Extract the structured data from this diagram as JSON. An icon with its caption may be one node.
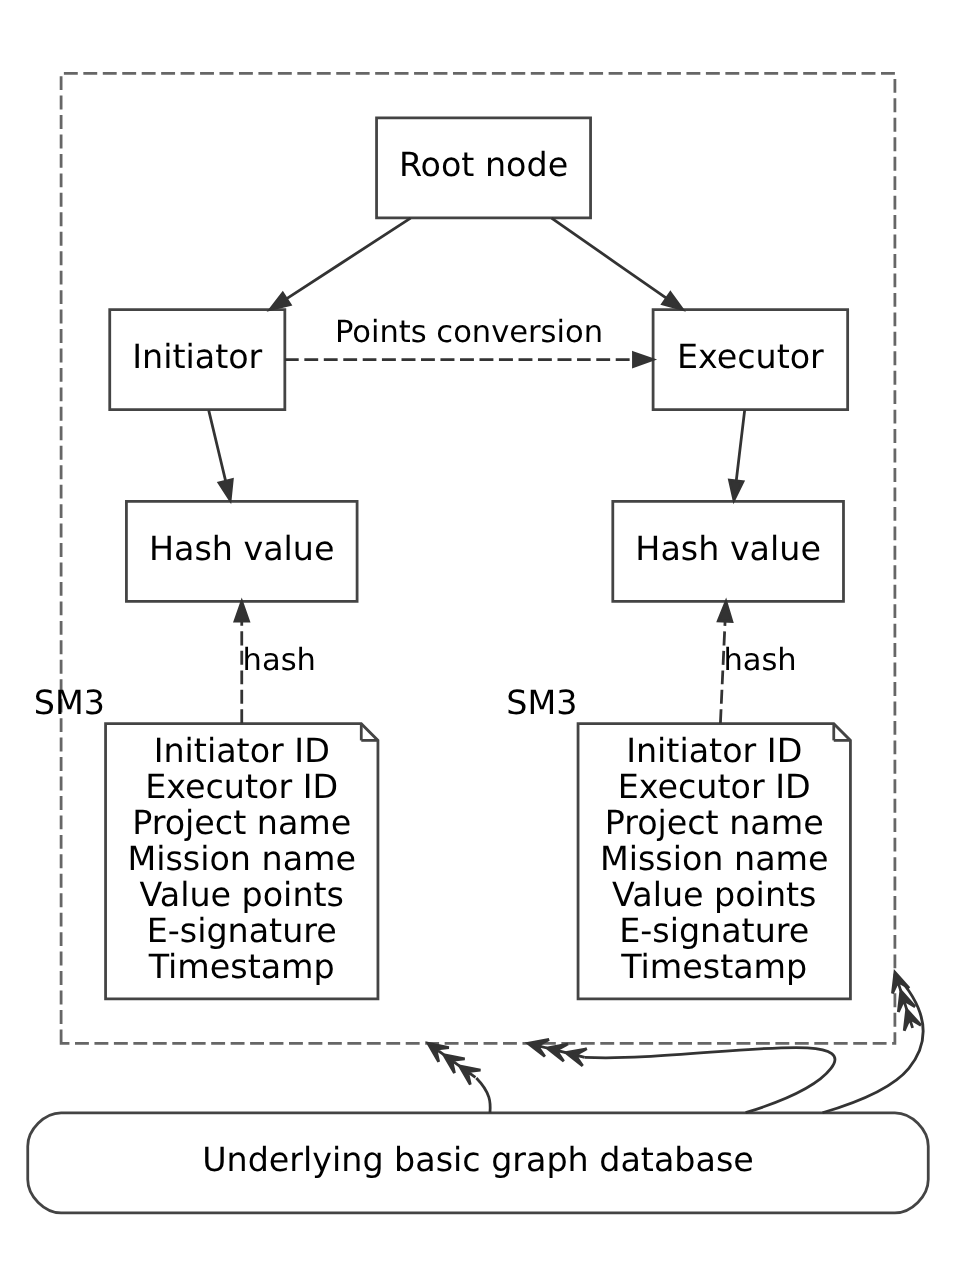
{
  "diagram": {
    "nodes": [
      {
        "text": [],
        "shape": "box"
      },
      {
        "text": [
          "Root node"
        ],
        "in": 0
      },
      {
        "text": [
          "Initiator"
        ],
        "in": 0
      },
      {
        "text": [
          "Executor"
        ],
        "in": 0
      },
      {
        "text": [
          "Hash value"
        ],
        "in": 0
      },
      {
        "text": [
          "Hash value"
        ],
        "in": 0
      },
      {
        "text": [
          "Initiator ID",
          "Executor ID",
          "Project name",
          "Mission name",
          "Value points",
          "E-signature",
          "Timestamp"
        ],
        "in": 0,
        "beside": [
          "SM3"
        ]
      },
      {
        "text": [
          "Initiator ID",
          "Executor ID",
          "Project name",
          "Mission name",
          "Value points",
          "E-signature",
          "Timestamp"
        ],
        "in": 0,
        "beside": [
          "SM3"
        ]
      },
      {
        "text": [
          "Underlying basic graph database"
        ]
      }
    ],
    "edges": [
      {
        "from": 1,
        "to": 2,
        "arrow": "to"
      },
      {
        "from": 1,
        "to": 3,
        "arrow": "to"
      },
      {
        "from": 2,
        "to": 3,
        "arrow": "to",
        "style": "dashed",
        "label": "Points conversion"
      },
      {
        "from": 2,
        "to": 4,
        "arrow": "to"
      },
      {
        "from": 3,
        "to": 5,
        "arrow": "to"
      },
      {
        "from": 6,
        "to": 4,
        "arrow": "to",
        "style": "dashed",
        "label": "hash"
      },
      {
        "from": 7,
        "to": 5,
        "arrow": "to",
        "style": "dashed",
        "label": "hash"
      },
      {
        "from": 8,
        "to": 0,
        "arrow": "to"
      },
      {
        "from": 8,
        "to": 0,
        "arrow": "to"
      },
      {
        "from": 8,
        "to": 0,
        "arrow": "to"
      }
    ]
  }
}
